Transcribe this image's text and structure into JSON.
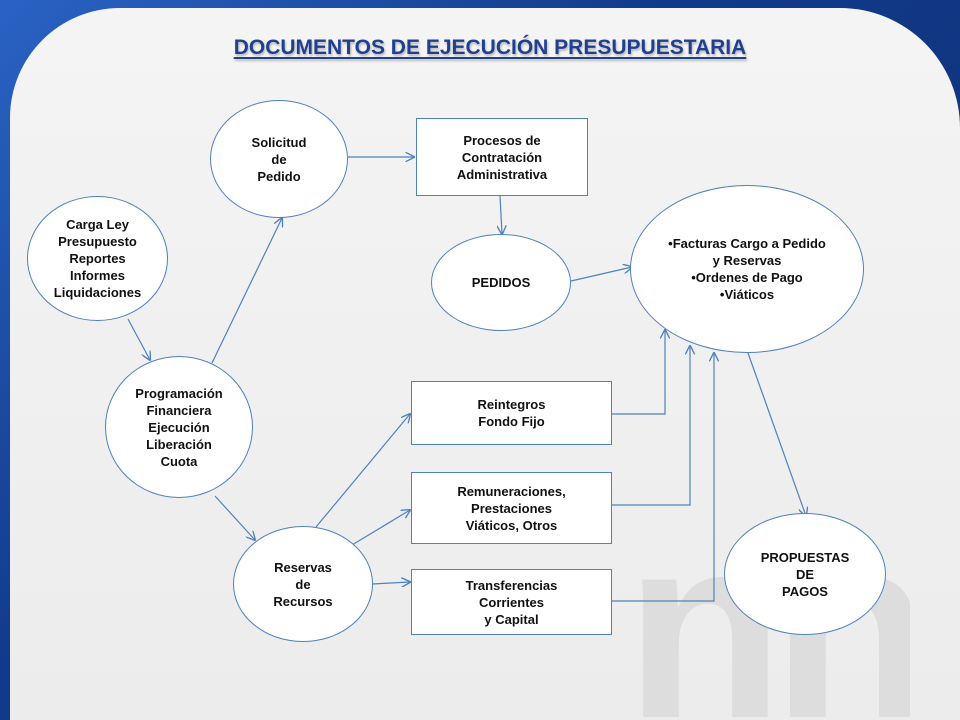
{
  "title": "DOCUMENTOS DE EJECUCIÓN PRESUPUESTARIA",
  "nodes": {
    "solicitud": "Solicitud\nde\nPedido",
    "procesos": "Procesos de\nContratación\nAdministrativa",
    "carga_ley": "Carga Ley\nPresupuesto\nReportes\nInformes\nLiquidaciones",
    "pedidos": "PEDIDOS",
    "facturas": [
      "•Facturas Cargo a Pedido",
      "y  Reservas",
      "•Ordenes de Pago",
      "•Viáticos"
    ],
    "programacion": "Programación\nFinanciera\nEjecución\nLiberación\nCuota",
    "reintegros": "Reintegros\nFondo Fijo",
    "remuneraciones": "Remuneraciones,\nPrestaciones\nViáticos, Otros",
    "reservas": "Reservas\nde\nRecursos",
    "transferencias": "Transferencias\nCorrientes\ny Capital",
    "propuestas": "PROPUESTAS\nDE\nPAGOS"
  },
  "watermark": "nn",
  "colors": {
    "frame": "#1f3f86",
    "title": "#1f3f8f",
    "node_border": "#4f81bd",
    "connector": "#4f81bd"
  }
}
